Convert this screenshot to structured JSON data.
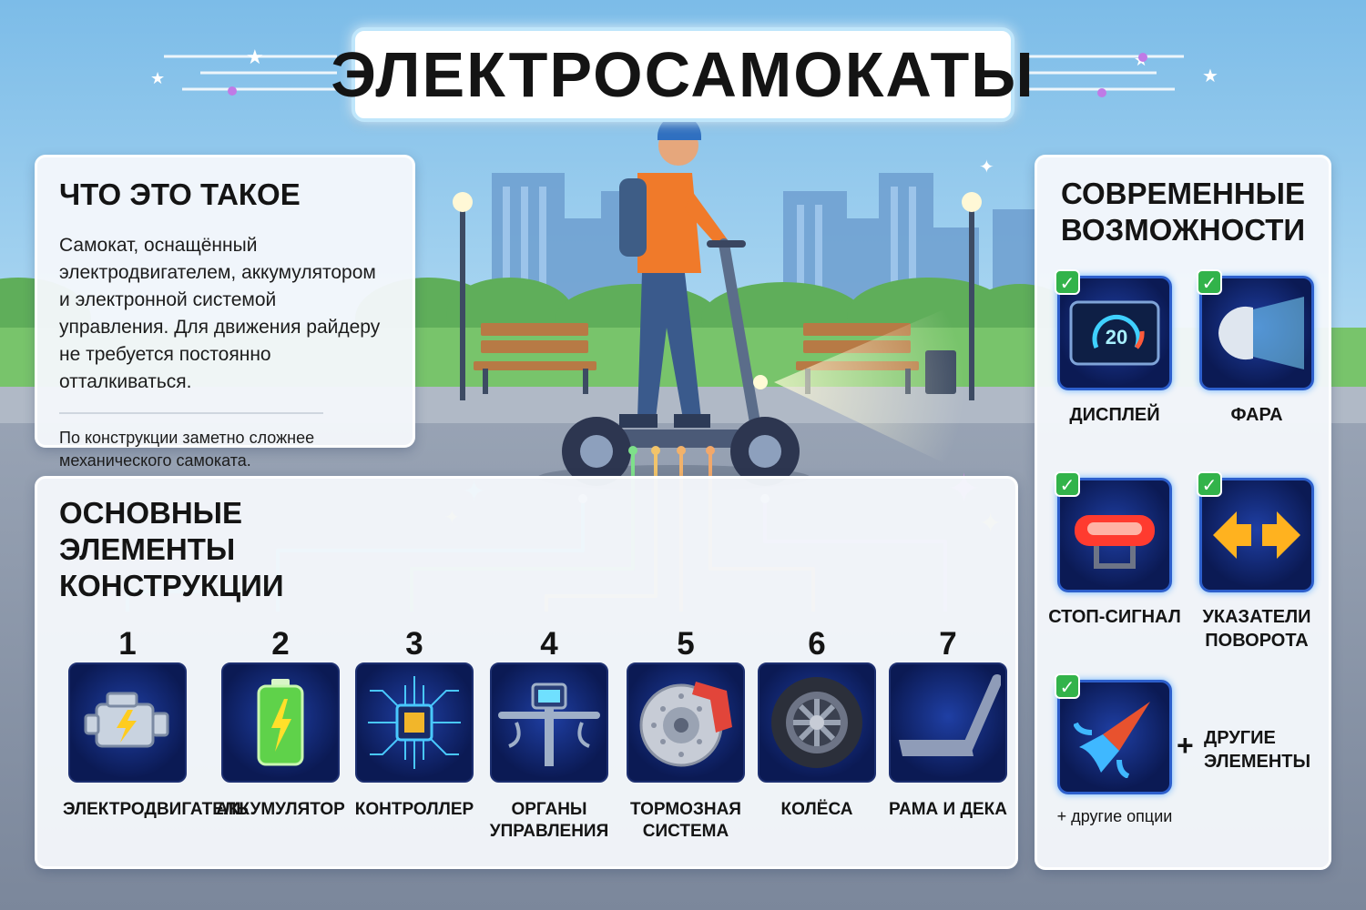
{
  "title": "ЭЛЕКТРОСАМОКАТЫ",
  "what_is_it": {
    "heading": "ЧТО ЭТО ТАКОЕ",
    "text": "Самокат, оснащённый электродвигателем, аккумулятором и электронной системой управления. Для движения райдеру не требуется постоянно отталкиваться.",
    "note": "По конструкции заметно сложнее механического самоката."
  },
  "elements": {
    "heading": "ОСНОВНЫЕ ЭЛЕМЕНТЫ КОНСТРУКЦИИ",
    "items": [
      {
        "num": "1",
        "label": "ЭЛЕКТРОДВИГАТЕЛЬ",
        "icon": "engine-icon",
        "line_color": "#6fd8f2"
      },
      {
        "num": "2",
        "label": "АККУМУЛЯТОР",
        "icon": "battery-icon",
        "line_color": "#6fd8f2"
      },
      {
        "num": "3",
        "label": "КОНТРОЛЛЕР",
        "icon": "chip-icon",
        "line_color": "#7ee08a"
      },
      {
        "num": "4",
        "label": "ОРГАНЫ УПРАВЛЕНИЯ",
        "icon": "handlebar-icon",
        "line_color": "#f2c46a"
      },
      {
        "num": "5",
        "label": "ТОРМОЗНАЯ СИСТЕМА",
        "icon": "brake-disc-icon",
        "line_color": "#f2b26a"
      },
      {
        "num": "6",
        "label": "КОЛЁСА",
        "icon": "wheel-icon",
        "line_color": "#f2a86a"
      },
      {
        "num": "7",
        "label": "РАМА И ДЕКА",
        "icon": "frame-icon",
        "line_color": "#c88ef0"
      }
    ]
  },
  "features": {
    "heading": "СОВРЕМЕННЫЕ ВОЗМОЖНОСТИ",
    "items": [
      {
        "label": "ДИСПЛЕЙ",
        "icon": "display-icon",
        "display_value": "20"
      },
      {
        "label": "ФАРА",
        "icon": "headlight-icon"
      },
      {
        "label": "СТОП-СИГНАЛ",
        "icon": "brake-light-icon"
      },
      {
        "label": "УКАЗАТЕЛИ ПОВОРОТА",
        "icon": "turn-signal-icon"
      },
      {
        "label": "+ другие опции",
        "icon": "rocket-icon"
      }
    ],
    "other": {
      "plus": "+",
      "label": "ДРУГИЕ ЭЛЕМЕНТЫ"
    },
    "check_symbol": "✓"
  }
}
